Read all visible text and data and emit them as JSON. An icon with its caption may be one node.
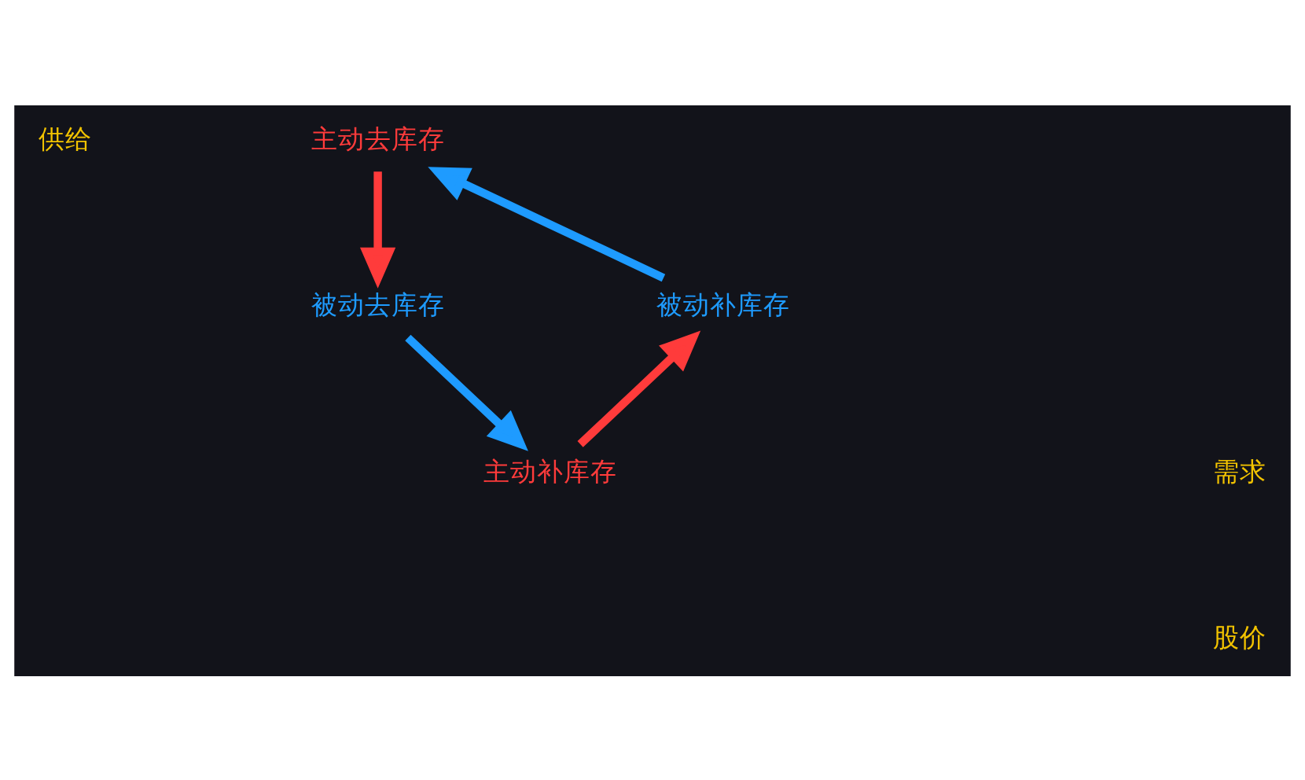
{
  "diagram": {
    "nodes": [
      {
        "text": [
          "主动去库存"
        ]
      },
      {
        "text": [
          "被动去库存"
        ]
      },
      {
        "text": [
          "主动补库存"
        ]
      },
      {
        "text": [
          "被动补库存"
        ]
      }
    ],
    "edges": [
      {
        "from": 0,
        "to": 1,
        "arrow": "to",
        "color": "#ff3b3b"
      },
      {
        "from": 1,
        "to": 2,
        "arrow": "to",
        "color": "#1e9bff"
      },
      {
        "from": 2,
        "to": 3,
        "arrow": "to",
        "color": "#ff3b3b"
      },
      {
        "from": 3,
        "to": 0,
        "arrow": "to",
        "color": "#1e9bff"
      }
    ],
    "labels": [
      "供给",
      "需求",
      "股价"
    ]
  }
}
